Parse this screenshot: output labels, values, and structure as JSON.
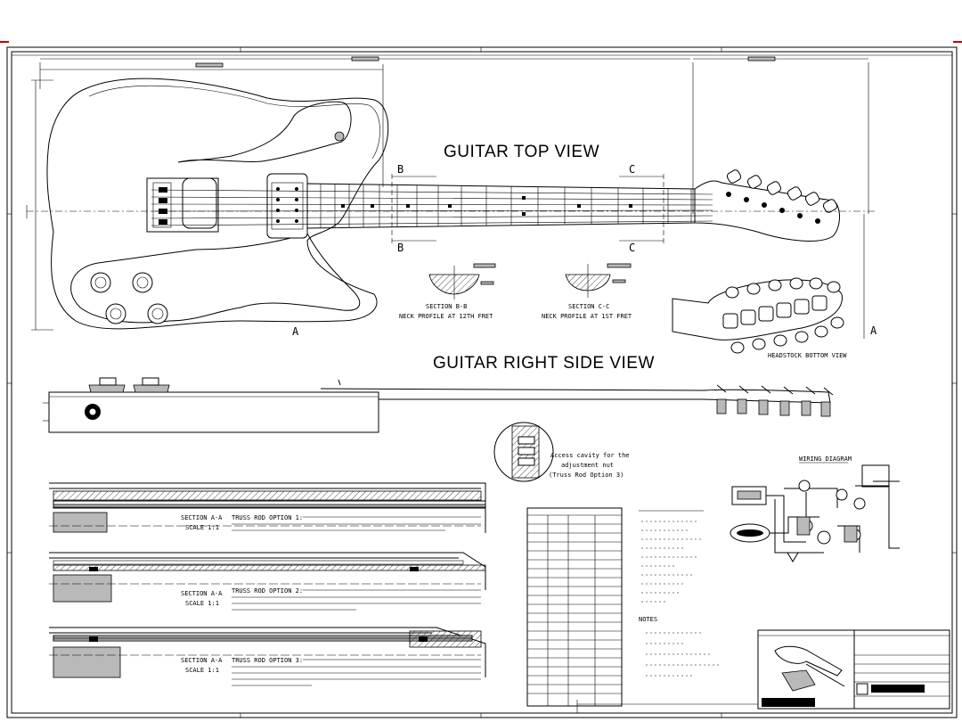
{
  "views": {
    "top_view_title": "GUITAR TOP VIEW",
    "side_view_title": "GUITAR RIGHT SIDE VIEW",
    "headstock_bottom_label": "HEADSTOCK BOTTOM VIEW",
    "wiring_title": "WIRING DIAGRAM"
  },
  "section_markers": {
    "a": "A",
    "b": "B",
    "c": "C"
  },
  "neck_sections": [
    {
      "title": "SECTION B-B",
      "caption": "NECK PROFILE AT 12TH FRET"
    },
    {
      "title": "SECTION C-C",
      "caption": "NECK PROFILE AT 1ST FRET"
    }
  ],
  "truss_cavity_note": [
    "Access cavity for the",
    "adjustment nut",
    "(Truss Rod Option 3)"
  ],
  "truss_options": [
    {
      "section": "SECTION A-A",
      "scale": "SCALE 1:1",
      "heading": "TRUSS ROD OPTION 1:"
    },
    {
      "section": "SECTION A-A",
      "scale": "SCALE 1:1",
      "heading": "TRUSS ROD OPTION 2:"
    },
    {
      "section": "SECTION A-A",
      "scale": "SCALE 1:1",
      "heading": "TRUSS ROD OPTION 3:"
    }
  ],
  "notes_heading": "NOTES",
  "colors": {
    "ink": "#000000",
    "paper": "#ffffff",
    "shade": "#b9b9b9",
    "border_mark": "#cc0000"
  }
}
